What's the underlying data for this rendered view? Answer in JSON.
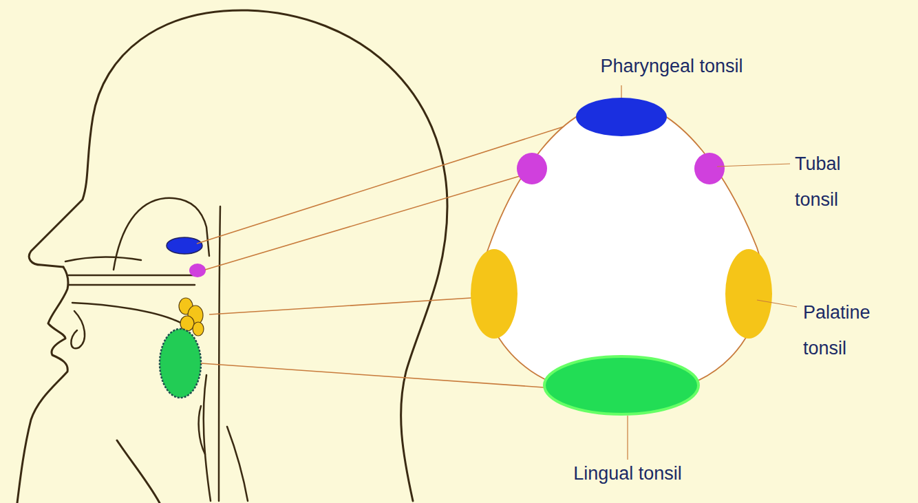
{
  "diagram": {
    "labels": [
      "Pharyngeal tonsil",
      "Tubal tonsil",
      "Palatine tonsil",
      "Lingual tonsil"
    ]
  }
}
